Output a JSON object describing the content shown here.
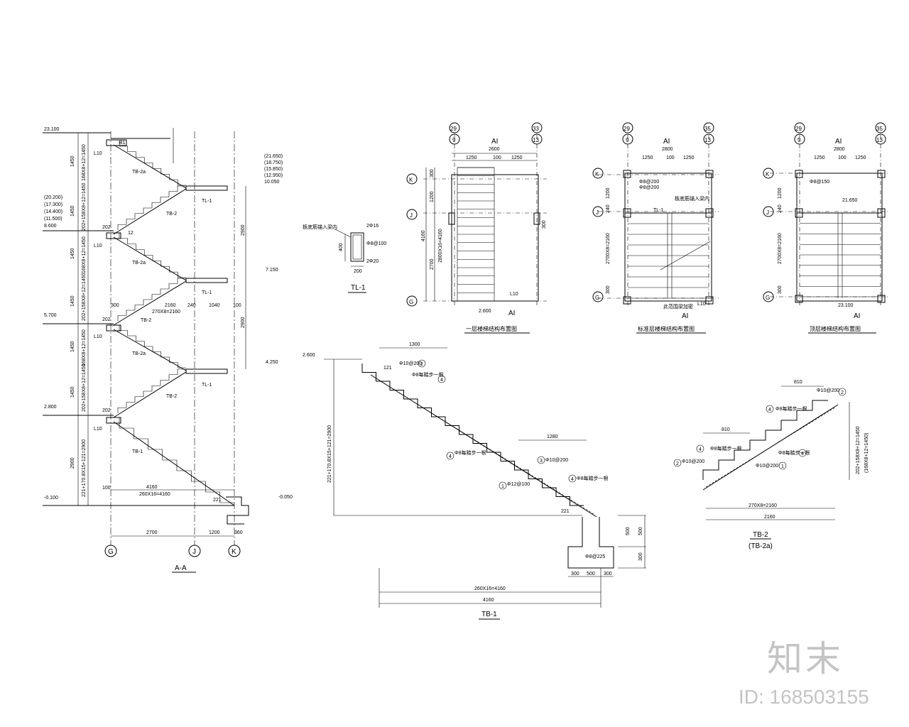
{
  "titles": {
    "section_aa": "A-A",
    "tl1": "TL-1",
    "plan_first": "一层楼梯结构布置图",
    "plan_standard": "标准层楼梯结构布置图",
    "plan_top": "顶层楼梯结构布置图",
    "tb1": "TB-1",
    "tb2": "TB-2",
    "tb2a": "(TB-2a)"
  },
  "axes": {
    "g": "G",
    "j": "J",
    "k": "K",
    "a29": "29",
    "a9": "9",
    "a33": "33",
    "a13": "13",
    "a35": "35",
    "ai": "AI"
  },
  "section": {
    "elev_top": "23.100",
    "elev_2800": "2.800",
    "elev_5700": "5.700",
    "elev_8600": "8.600",
    "elev_stack_1": "(20.200)",
    "elev_stack_2": "(17.300)",
    "elev_stack_3": "(14.400)",
    "elev_stack_4": "(11.500)",
    "elev_neg0100": "-0.100",
    "elev_neg0050": "-0.050",
    "elev_right_1": "(21.650)",
    "elev_right_2": "(18.750)",
    "elev_right_3": "(15.850)",
    "elev_right_4": "(12.950)",
    "elev_right_5": "10.050",
    "elev_7150": "7.150",
    "elev_4250": "4.250",
    "dim_2900": "2900",
    "dim_2900b": "2900",
    "dim_2900c": "2900",
    "dim_1450": "1450",
    "dim_stair_a": "168X8+12=1450",
    "dim_stair_b": "202+158X8+12=1450",
    "dim_stair_c": "221+170.8X15+121=2900",
    "dim_2700": "2700",
    "dim_1200": "1200",
    "dim_360": "360",
    "dim_4160": "4160",
    "dim_260x16": "260X16=4160",
    "dim_270x8": "270X8=2160",
    "dim_2160": "2160",
    "dim_240": "240",
    "dim_1040": "1040",
    "dim_100": "100",
    "dim_300": "300",
    "dim_202": "202",
    "dim_221": "221",
    "dim_12": "12",
    "lbl_l10": "L10",
    "lbl_tl1": "TL-1",
    "lbl_tb1": "TB-1",
    "lbl_tb2": "TB-2",
    "lbl_tb2a": "TB-2a",
    "lbl_b1": "B1"
  },
  "tl1_detail": {
    "note": "板底筋锚入梁内",
    "bar_top": "2Φ16",
    "bar_bot": "2Φ20",
    "stirrup": "Φ8@100",
    "h": "400",
    "w": "200"
  },
  "plans": {
    "dim_2600": "2600",
    "dim_2800": "2800",
    "dim_1250": "1250",
    "dim_100": "100",
    "dim_1250b": "1250",
    "dim_4160": "4160",
    "dim_300": "300",
    "dim_1200": "1200",
    "dim_2700": "2700",
    "dim_240": "240",
    "dim_100b": "100",
    "dim_plan_stair": "2800X16=4160",
    "dim_plan_stair2": "2700X8=2160",
    "lbl_l10": "L10",
    "lbl_tl1": "TL-1",
    "elev_2600": "2.600",
    "elev_21650": "21.650",
    "elev_23100": "23.100",
    "rebar_1": "Φ8@200",
    "rebar_2": "Φ8@200",
    "rebar_3": "Φ8@150",
    "note_1": "板底筋锚入梁内",
    "note_2": "此范围梁加密"
  },
  "tb1_detail": {
    "elev": "2.600",
    "dim_1300": "1300",
    "dim_1280": "1280",
    "dim_side": "221+170.8X15+121=2900",
    "dim_500": "500",
    "dim_300": "300",
    "dim_300b": "300",
    "dim_500b": "500",
    "dim_300c": "300",
    "dim_260x16": "260X16=4160",
    "dim_4160": "4160",
    "dim_121": "121",
    "dim_221": "221",
    "rebar_1": "Φ12@100",
    "rebar_2": "Φ10@200",
    "rebar_3": "Φ10@200",
    "rebar_4": "Φ8每踏步一根",
    "rebar_5": "Φ8每踏步一根",
    "rebar_6": "Φ8每踏步一根",
    "rebar_f": "Φ8@225",
    "c1": "1",
    "c2": "2",
    "c3": "3",
    "c4": "4"
  },
  "tb2_detail": {
    "dim_810": "810",
    "dim_810b": "810",
    "dim_270x8": "270X8=2160",
    "dim_2160": "2160",
    "dim_side": "202+158X8+12=1450",
    "dim_side2": "(168X8+12=1450)",
    "rebar_1": "Φ10@200",
    "rebar_2": "Φ10@200",
    "rebar_3": "Φ10@200",
    "rebar_4": "Φ8每踏步一根",
    "rebar_5": "Φ8每踏步一根",
    "c1": "1",
    "c2": "2",
    "c3": "3",
    "c4": "4"
  },
  "watermark": {
    "brand": "知末",
    "id": "ID: 168503155"
  }
}
